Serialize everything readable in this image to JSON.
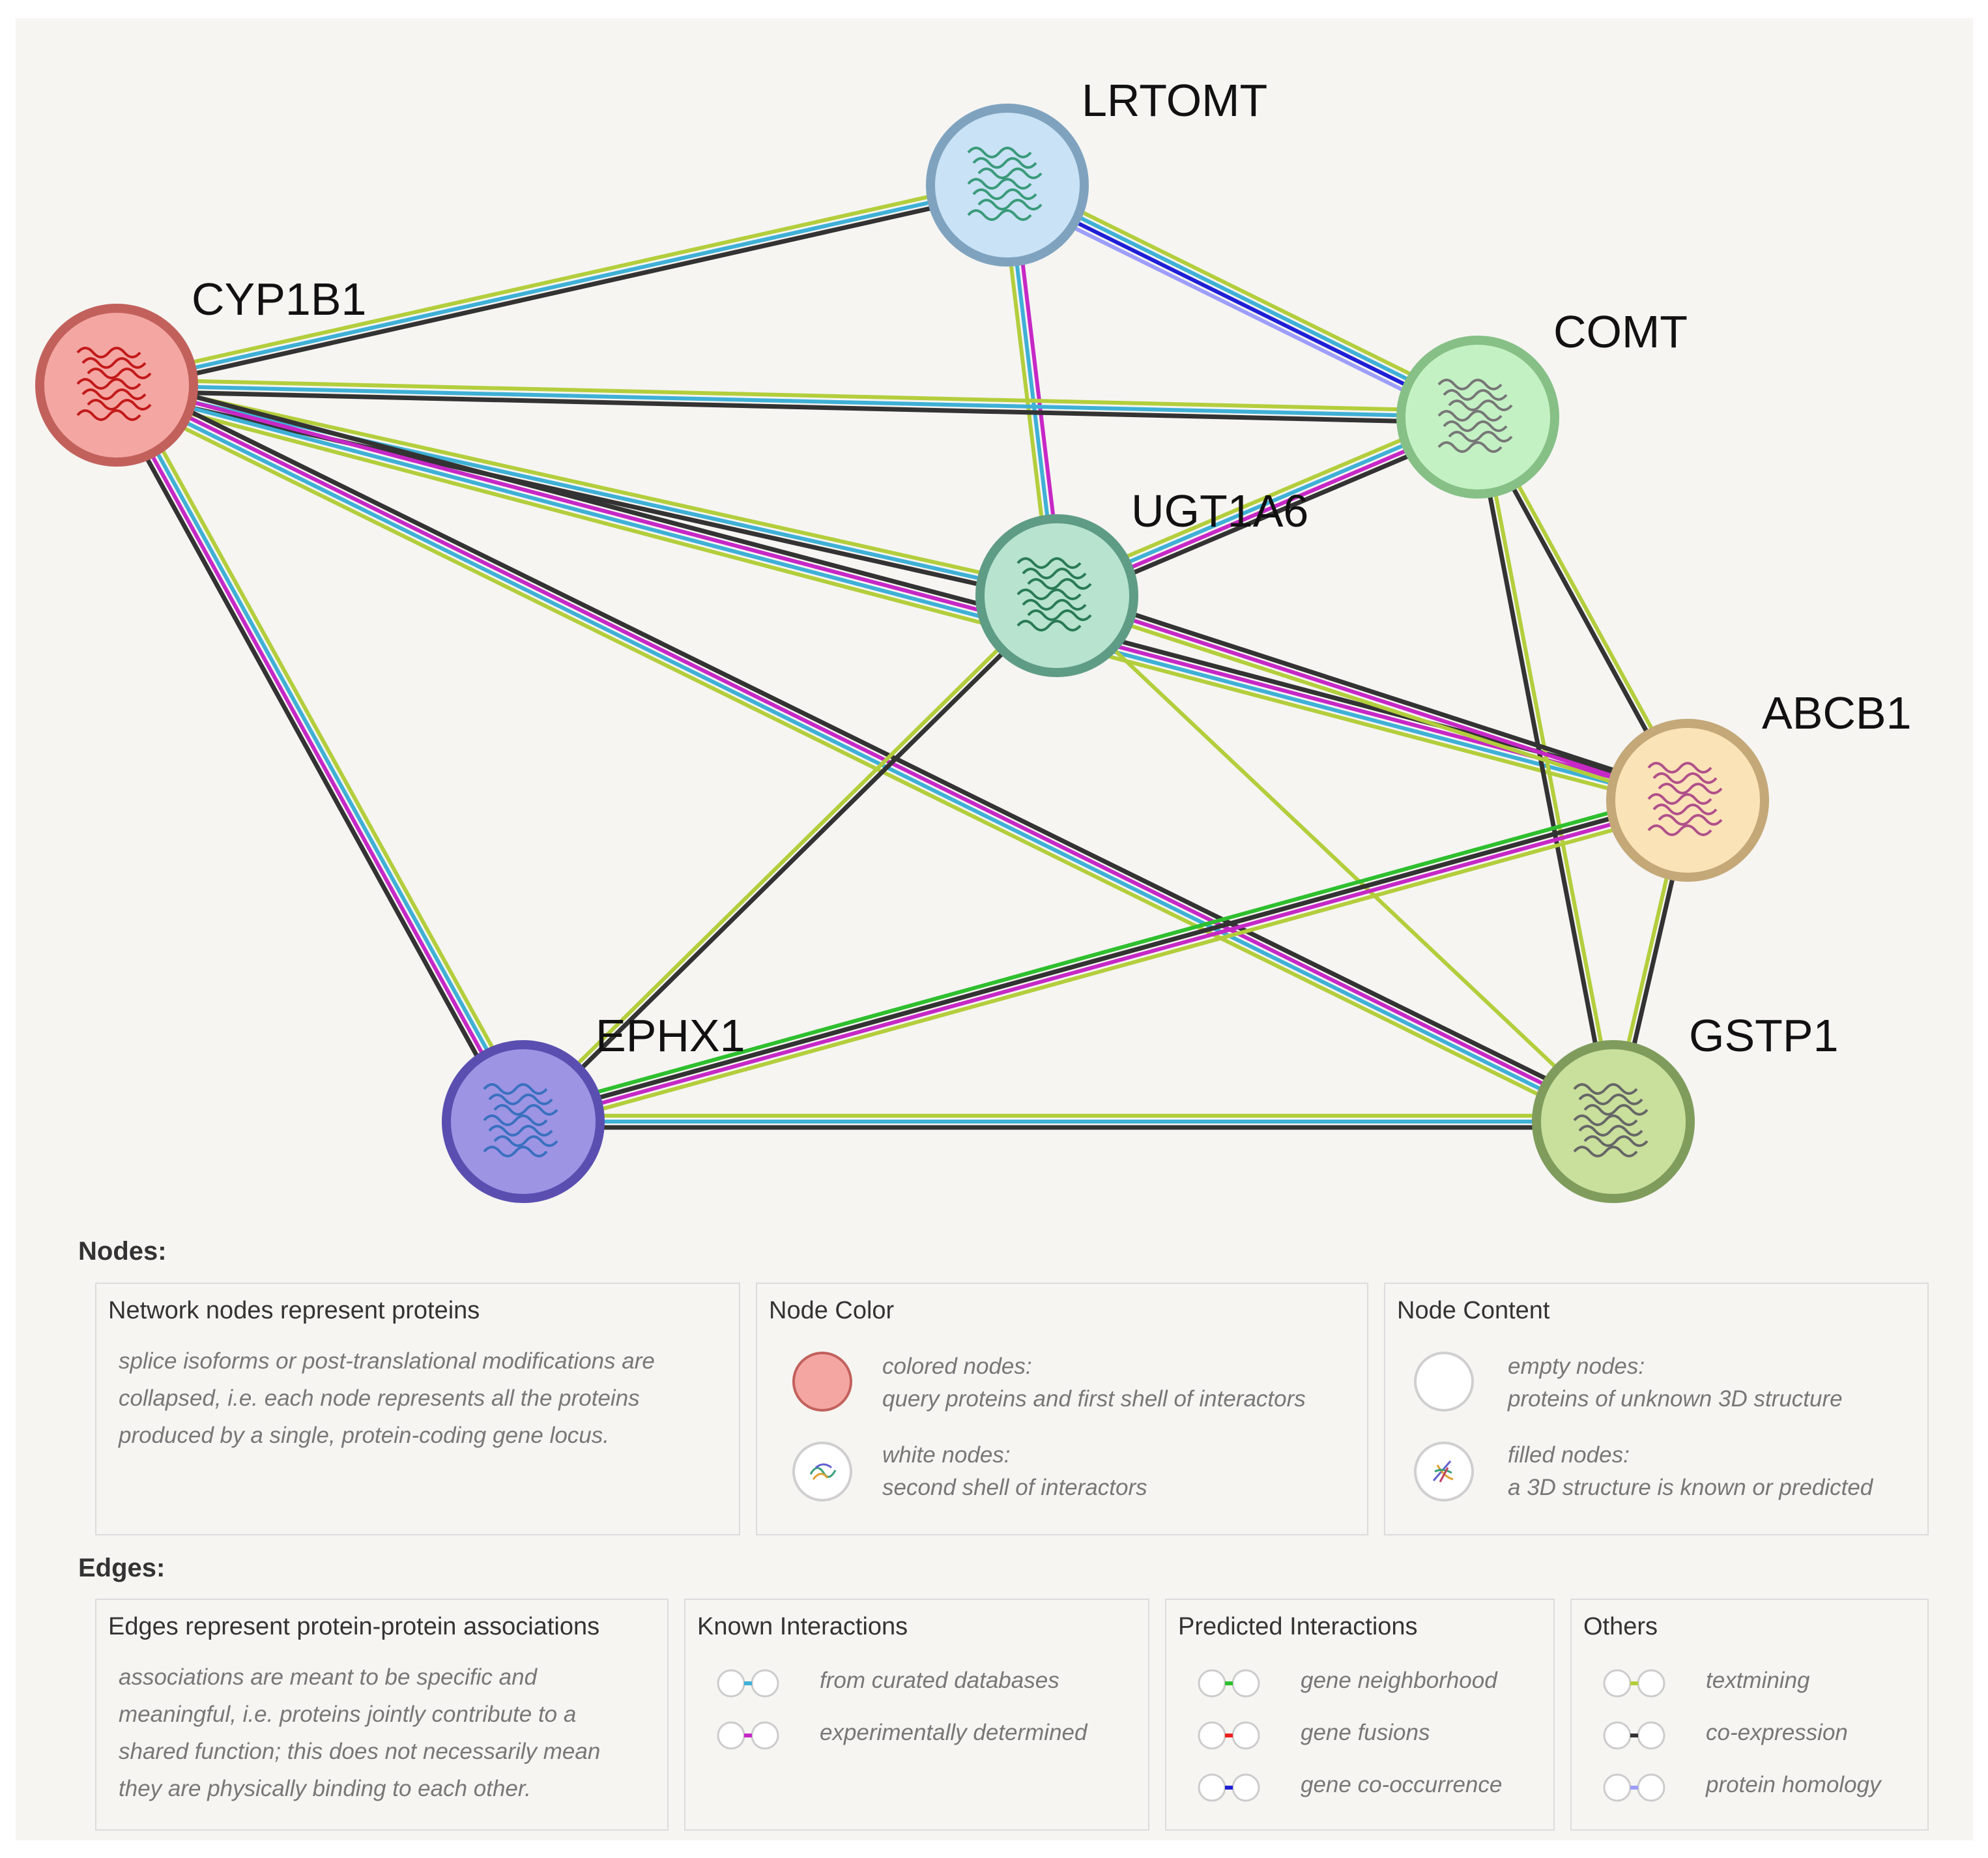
{
  "network": {
    "nodes": [
      {
        "id": "LRTOMT",
        "label": "LRTOMT",
        "fill": "#c9e2f5",
        "stroke": "#7fa3bf",
        "structure": "#3a9a7a"
      },
      {
        "id": "CYP1B1",
        "label": "CYP1B1",
        "fill": "#f4a6a2",
        "stroke": "#c2615c",
        "structure": "#c21a1a"
      },
      {
        "id": "COMT",
        "label": "COMT",
        "fill": "#c4f1c4",
        "stroke": "#86c086",
        "structure": "#777777"
      },
      {
        "id": "UGT1A6",
        "label": "UGT1A6",
        "fill": "#b7e3cf",
        "stroke": "#5f9c86",
        "structure": "#2a7a55"
      },
      {
        "id": "ABCB1",
        "label": "ABCB1",
        "fill": "#fbe3b8",
        "stroke": "#c4a878",
        "structure": "#b0508a"
      },
      {
        "id": "EPHX1",
        "label": "EPHX1",
        "fill": "#9d94e4",
        "stroke": "#5a4fb0",
        "structure": "#3a70c0"
      },
      {
        "id": "GSTP1",
        "label": "GSTP1",
        "fill": "#c9df9c",
        "stroke": "#7f9c5c",
        "structure": "#666666"
      }
    ],
    "edges": [
      {
        "a": "CYP1B1",
        "b": "LRTOMT",
        "types": [
          "textmining",
          "curated",
          "coexpression"
        ]
      },
      {
        "a": "LRTOMT",
        "b": "COMT",
        "types": [
          "textmining",
          "curated",
          "cooccurrence",
          "homology"
        ]
      },
      {
        "a": "LRTOMT",
        "b": "UGT1A6",
        "types": [
          "experimental",
          "curated",
          "textmining"
        ]
      },
      {
        "a": "CYP1B1",
        "b": "COMT",
        "types": [
          "textmining",
          "curated",
          "coexpression"
        ]
      },
      {
        "a": "CYP1B1",
        "b": "UGT1A6",
        "types": [
          "textmining",
          "curated",
          "coexpression"
        ]
      },
      {
        "a": "CYP1B1",
        "b": "ABCB1",
        "types": [
          "coexpression",
          "experimental",
          "curated",
          "textmining"
        ]
      },
      {
        "a": "CYP1B1",
        "b": "EPHX1",
        "types": [
          "textmining",
          "curated",
          "experimental",
          "coexpression"
        ]
      },
      {
        "a": "CYP1B1",
        "b": "GSTP1",
        "types": [
          "coexpression",
          "experimental",
          "curated",
          "textmining"
        ]
      },
      {
        "a": "COMT",
        "b": "UGT1A6",
        "types": [
          "coexpression",
          "experimental",
          "curated",
          "textmining"
        ]
      },
      {
        "a": "COMT",
        "b": "ABCB1",
        "types": [
          "textmining",
          "coexpression"
        ]
      },
      {
        "a": "COMT",
        "b": "GSTP1",
        "types": [
          "textmining",
          "coexpression"
        ]
      },
      {
        "a": "UGT1A6",
        "b": "ABCB1",
        "types": [
          "coexpression",
          "experimental",
          "textmining"
        ]
      },
      {
        "a": "UGT1A6",
        "b": "EPHX1",
        "types": [
          "coexpression",
          "textmining"
        ]
      },
      {
        "a": "UGT1A6",
        "b": "GSTP1",
        "types": [
          "textmining"
        ]
      },
      {
        "a": "ABCB1",
        "b": "EPHX1",
        "types": [
          "textmining",
          "experimental",
          "coexpression",
          "neighborhood"
        ]
      },
      {
        "a": "ABCB1",
        "b": "GSTP1",
        "types": [
          "coexpression",
          "textmining"
        ]
      },
      {
        "a": "EPHX1",
        "b": "GSTP1",
        "types": [
          "textmining",
          "curated",
          "coexpression"
        ]
      }
    ],
    "edge_colors": {
      "curated": "#3fb0d6",
      "experimental": "#c628c6",
      "neighborhood": "#2ebf2e",
      "fusion": "#ee2020",
      "cooccurrence": "#1f1fd6",
      "textmining": "#b3ce3c",
      "coexpression": "#333333",
      "homology": "#9d9dfb"
    }
  },
  "legend": {
    "nodes_title": "Nodes:",
    "edges_title": "Edges:",
    "node_boxes": {
      "proteins": {
        "title": "Network nodes represent proteins",
        "text": [
          "splice isoforms or post-translational modifications are",
          "collapsed, i.e. each node represents all the proteins",
          "produced by a single, protein-coding gene locus."
        ]
      },
      "color": {
        "title": "Node Color",
        "items": [
          {
            "line1": "colored nodes:",
            "line2": "query proteins and first shell of interactors",
            "swatch": "#f4a6a2"
          },
          {
            "line1": "white nodes:",
            "line2": "second shell of interactors",
            "swatch": "#ffffff"
          }
        ]
      },
      "content": {
        "title": "Node Content",
        "items": [
          {
            "line1": "empty nodes:",
            "line2": "proteins of unknown 3D structure"
          },
          {
            "line1": "filled nodes:",
            "line2": "a 3D structure is known or predicted"
          }
        ]
      }
    },
    "edge_boxes": {
      "associations": {
        "title": "Edges represent protein-protein associations",
        "text": [
          "associations are meant to be specific and",
          "meaningful, i.e. proteins jointly contribute to a",
          "shared function; this does not necessarily mean",
          "they are physically binding to each other."
        ]
      },
      "known": {
        "title": "Known Interactions",
        "items": [
          {
            "label": "from curated databases",
            "color": "#3fb0d6"
          },
          {
            "label": "experimentally determined",
            "color": "#c628c6"
          }
        ]
      },
      "predicted": {
        "title": "Predicted Interactions",
        "items": [
          {
            "label": "gene neighborhood",
            "color": "#2ebf2e"
          },
          {
            "label": "gene fusions",
            "color": "#ee2020"
          },
          {
            "label": "gene co-occurrence",
            "color": "#1f1fd6"
          }
        ]
      },
      "others": {
        "title": "Others",
        "items": [
          {
            "label": "textmining",
            "color": "#b3ce3c"
          },
          {
            "label": "co-expression",
            "color": "#333333"
          },
          {
            "label": "protein homology",
            "color": "#9d9dfb"
          }
        ]
      }
    }
  }
}
